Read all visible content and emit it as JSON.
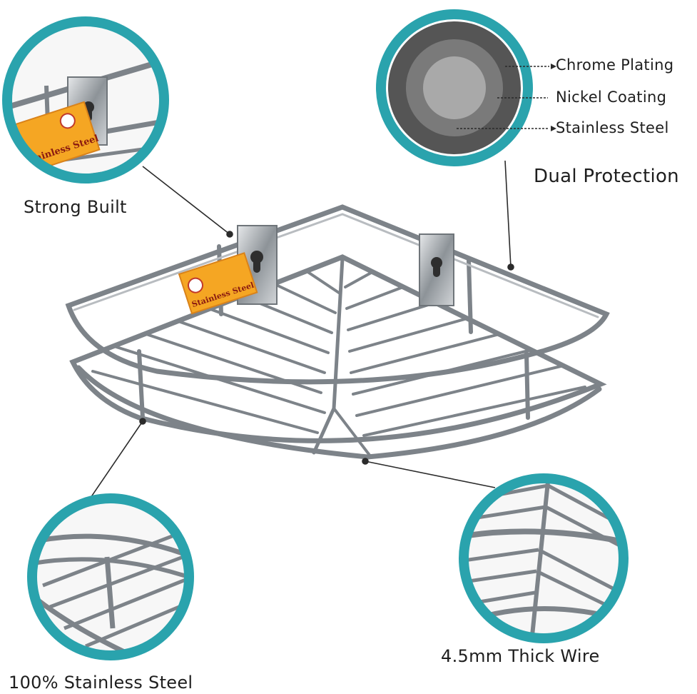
{
  "labels": {
    "strong_built": "Strong Built",
    "dual_protection": "Dual Protection",
    "stainless_100": "100% Stainless Steel",
    "thick_wire": "4.5mm Thick Wire"
  },
  "layers": {
    "chrome": "Chrome Plating",
    "nickel": "Nickel Coating",
    "steel": "Stainless Steel"
  },
  "tag": {
    "text": "Stainless Steel"
  },
  "colors": {
    "ring_teal": "#2aa3ad",
    "wire_steel": "#7d8389",
    "layer_chrome": "#555555",
    "layer_nickel": "#7a7a7a",
    "layer_steel": "#a9a9a9",
    "tag_orange": "#f5a623"
  }
}
